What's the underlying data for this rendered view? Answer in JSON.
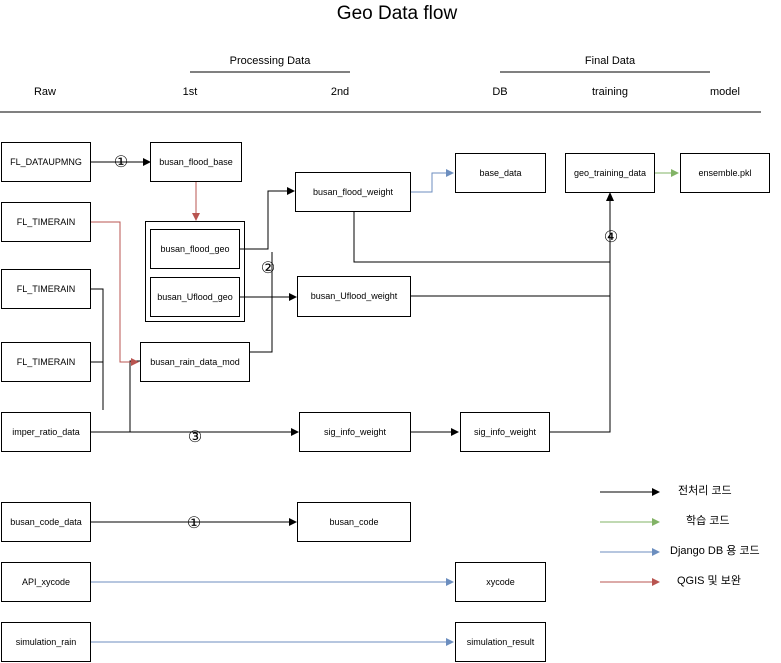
{
  "title": "Geo Data flow",
  "groups": {
    "processing": "Processing Data",
    "final": "Final Data"
  },
  "columns": {
    "raw": "Raw",
    "first": "1st",
    "second": "2nd",
    "db": "DB",
    "training": "training",
    "model": "model"
  },
  "nodes": {
    "fl_dataupmng": "FL_DATAUPMNG",
    "fl_timerain_1": "FL_TIMERAIN",
    "fl_timerain_2": "FL_TIMERAIN",
    "fl_timerain_3": "FL_TIMERAIN",
    "imper_ratio_data": "imper_ratio_data",
    "busan_code_data": "busan_code_data",
    "api_xycode": "API_xycode",
    "simulation_rain": "simulation_rain",
    "busan_flood_base": "busan_flood_base",
    "busan_flood_geo": "busan_flood_geo",
    "busan_uflood_geo": "busan_Uflood_geo",
    "busan_rain_data_mod": "busan_rain_data_mod",
    "busan_flood_weight": "busan_flood_weight",
    "busan_uflood_weight": "busan_Uflood_weight",
    "sig_info_weight_1": "sig_info_weight",
    "busan_code": "busan_code",
    "base_data": "base_data",
    "sig_info_weight_2": "sig_info_weight",
    "xycode": "xycode",
    "simulation_result": "simulation_result",
    "geo_training_data": "geo_training_data",
    "ensemble_pkl": "ensemble.pkl"
  },
  "markers": {
    "m1a": "①",
    "m2": "②",
    "m3": "③",
    "m1b": "①",
    "m4": "④"
  },
  "legend": [
    {
      "label": "전처리 코드",
      "color": "#000000"
    },
    {
      "label": "학습 코드",
      "color": "#82b366"
    },
    {
      "label": "Django DB 용 코드",
      "color": "#6c8ebf"
    },
    {
      "label": "QGIS  및 보완",
      "color": "#b85450"
    }
  ]
}
